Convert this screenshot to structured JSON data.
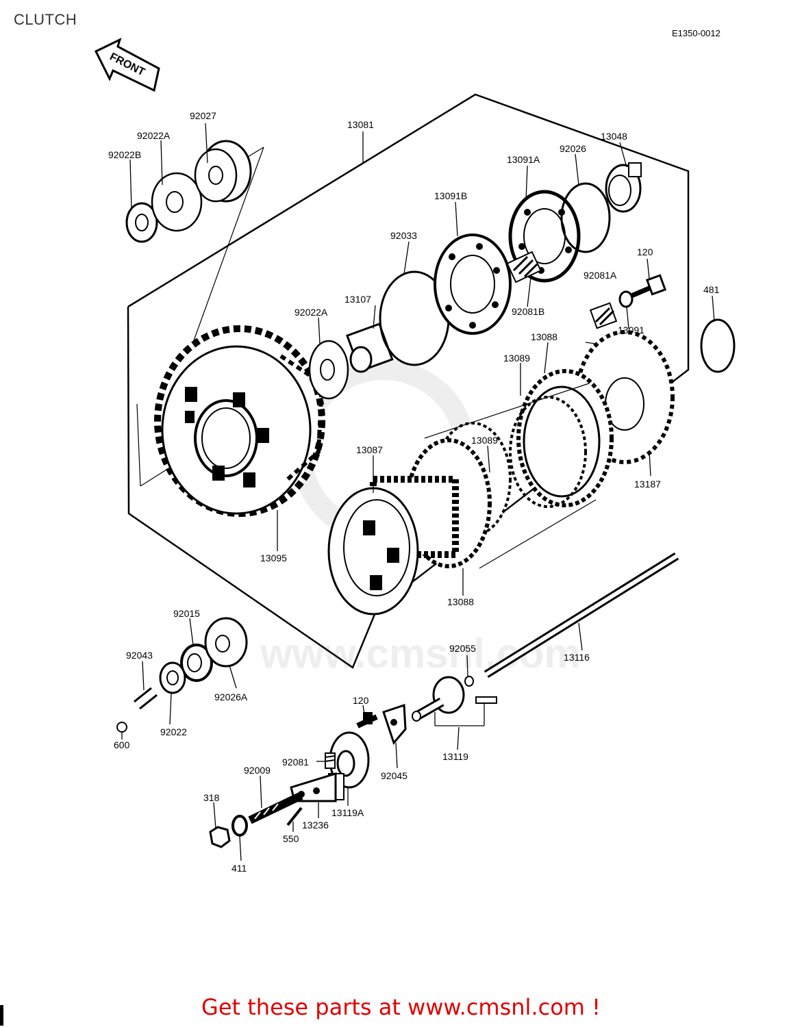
{
  "header": {
    "title": "CLUTCH",
    "drawing_code": "E1350-0012"
  },
  "direction_arrow": "FRONT",
  "part_labels": [
    "92027",
    "92022A",
    "92022B",
    "13081",
    "13091A",
    "92026",
    "13048",
    "13091B",
    "92033",
    "120",
    "92081A",
    "481",
    "13107",
    "92081B",
    "92022A",
    "13091",
    "13088",
    "13089",
    "13089",
    "13087",
    "13187",
    "13095",
    "13088",
    "92015",
    "92043",
    "92022",
    "92026A",
    "600",
    "92055",
    "13116",
    "120",
    "13119",
    "92081",
    "92045",
    "92009",
    "13119A",
    "318",
    "13236",
    "550",
    "411"
  ],
  "footer": {
    "link_text": "Get these parts at www.cmsnl.com !"
  },
  "watermark": "www.cmsnl.com"
}
